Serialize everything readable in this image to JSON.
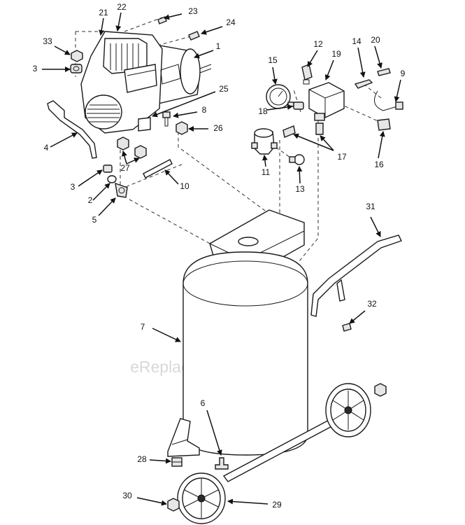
{
  "watermark": "eReplacementParts.com",
  "callouts": {
    "c1": "1",
    "c2": "2",
    "c3a": "3",
    "c3b": "3",
    "c4": "4",
    "c5": "5",
    "c6": "6",
    "c7": "7",
    "c8": "8",
    "c9": "9",
    "c10": "10",
    "c11": "11",
    "c12": "12",
    "c13": "13",
    "c14": "14",
    "c15": "15",
    "c16": "16",
    "c17": "17",
    "c18": "18",
    "c19": "19",
    "c20": "20",
    "c21": "21",
    "c22": "22",
    "c23": "23",
    "c24": "24",
    "c25": "25",
    "c26": "26",
    "c27": "27",
    "c28": "28",
    "c29": "29",
    "c30": "30",
    "c31": "31",
    "c32": "32",
    "c33": "33"
  },
  "colors": {
    "line": "#1a1a1a",
    "watermark": "#d8d8d8",
    "background": "#ffffff"
  }
}
